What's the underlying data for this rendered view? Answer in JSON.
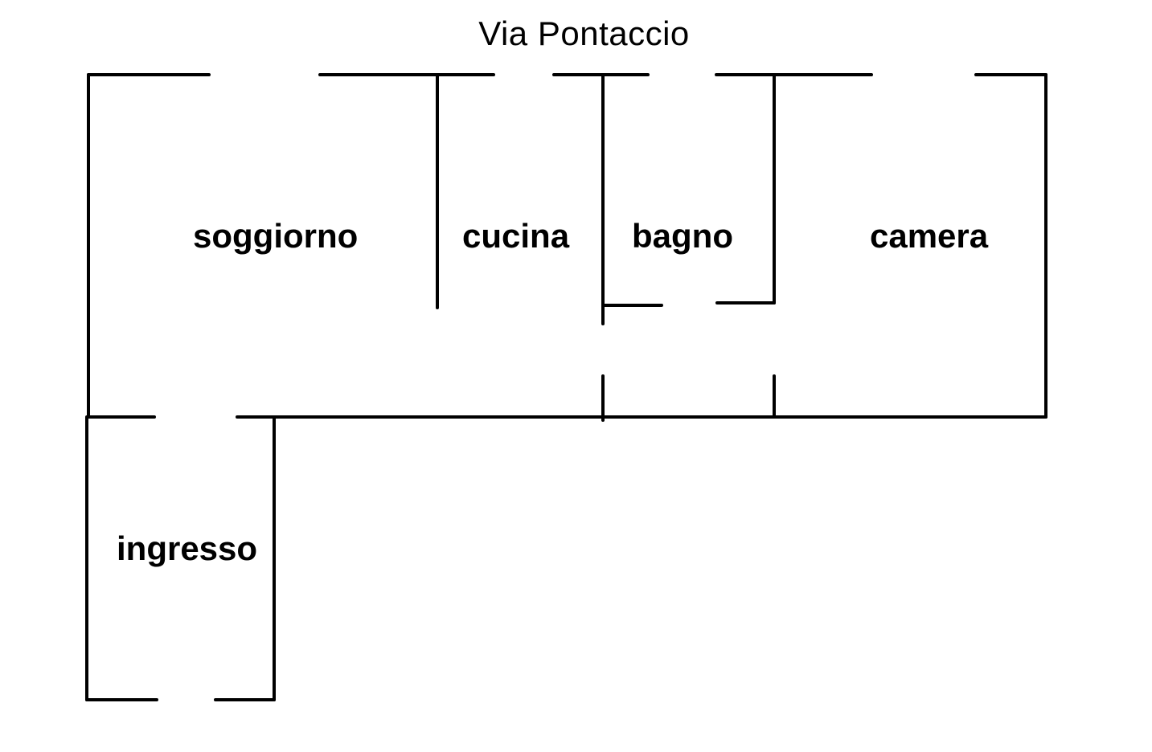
{
  "street_name": "Via Pontaccio",
  "rooms": {
    "soggiorno": "soggiorno",
    "cucina": "cucina",
    "bagno": "bagno",
    "camera": "camera",
    "ingresso": "ingresso"
  },
  "colors": {
    "background": "#ffffff",
    "walls": "#000000",
    "text": "#000000"
  }
}
